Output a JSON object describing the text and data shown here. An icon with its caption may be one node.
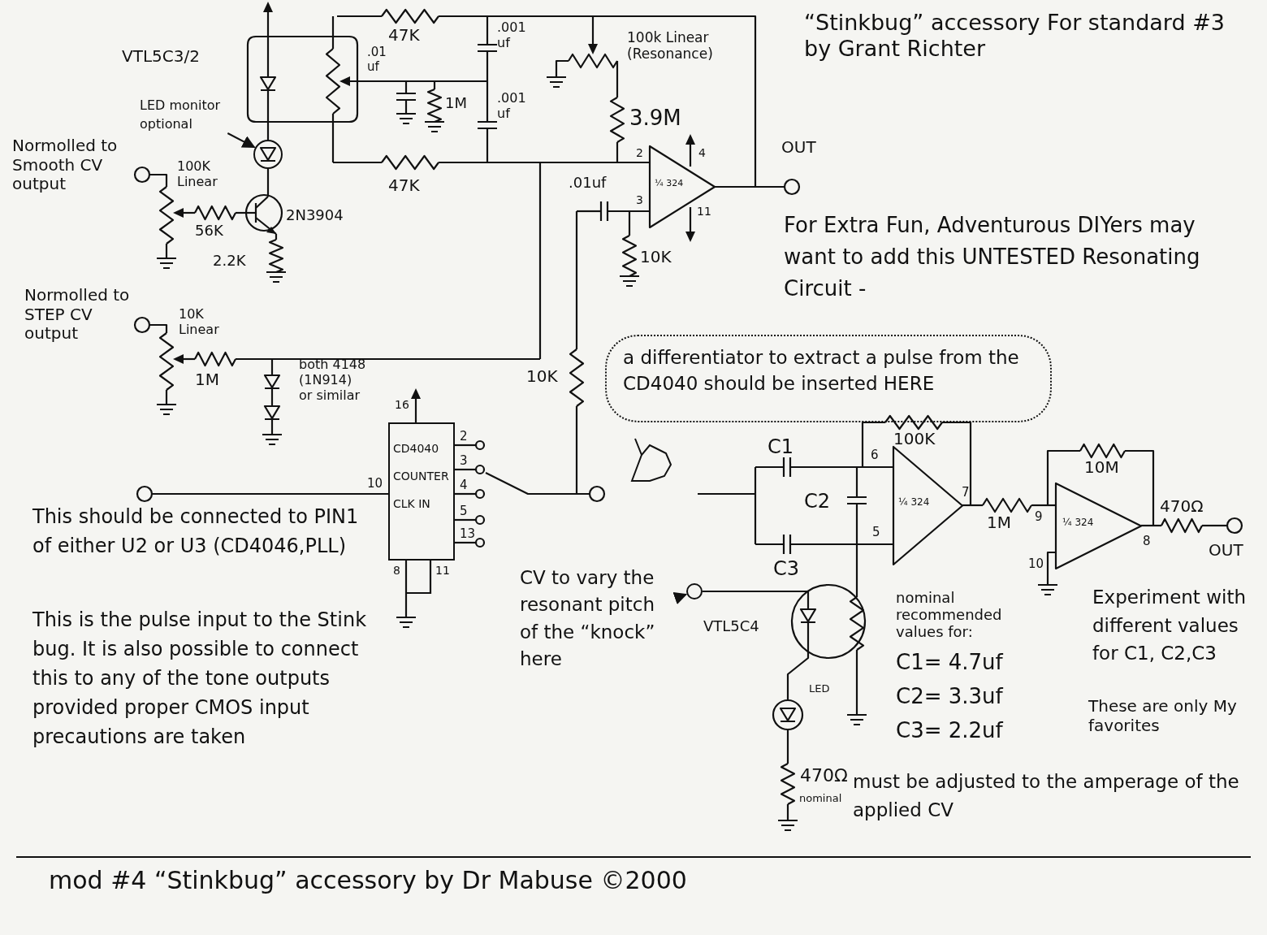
{
  "diagram": {
    "title": "“Stinkbug” accessory For standard #3 by Grant Richter",
    "caption": "mod #4 “Stinkbug” accessory by Dr Mabuse ©2000",
    "nodes": [
      {
        "text": [
          "CD4040",
          "COUNTER",
          "CLK IN"
        ],
        "beside": [
          "16",
          "2",
          "3",
          "4",
          "5",
          "13",
          "10",
          "8",
          "11"
        ]
      },
      {
        "text": [
          "LED monitor optional"
        ]
      },
      {
        "text": [],
        "shape": "circle"
      },
      {
        "text": [
          "CV to vary the resonant pitch of the “knock” here"
        ]
      },
      {
        "text": [],
        "shape": "circle"
      },
      {
        "text": [
          "a differentiator to extract a pulse from the CD4040 should be inserted HERE"
        ]
      }
    ],
    "edges": [
      {
        "from": 1,
        "to": 2,
        "arrow": "to"
      },
      {
        "from": 3,
        "to": 4,
        "arrow": "to"
      }
    ],
    "labels": [
      "VTL5C3/2",
      "47K",
      ".001 uf",
      "100k Linear (Resonance)",
      ".01 uf",
      "1M",
      ".001 uf",
      "3.9M",
      "Normolled to Smooth CV output",
      "100K Linear",
      "47K",
      ".01uf",
      "2",
      "4",
      "¼ 324",
      "3",
      "11",
      "OUT",
      "56K",
      "2N3904",
      "2.2K",
      "10K",
      "For Extra Fun, Adventurous DIYers may want to add this UNTESTED Resonating Circuit -",
      "Normolled to STEP CV output",
      "10K Linear",
      "1M",
      "both 4148 (1N914) or similar",
      "10K",
      "C1",
      "100K",
      "10M",
      "6",
      "C2",
      "¼ 324",
      "7",
      "5",
      "1M",
      "9",
      "¼ 324",
      "470Ω",
      "10",
      "8",
      "OUT",
      "C3",
      "This should be connected to PIN1 of either U2 or U3 (CD4046,PLL)",
      "This is the pulse input to the Stink bug. It is also possible to connect this to any of the tone outputs provided proper CMOS input precautions are taken",
      "VTL5C4",
      "LED",
      "nominal recommended values for:",
      "C1= 4.7uf",
      "C2= 3.3uf",
      "C3= 2.2uf",
      "Experiment with different values for C1, C2,C3",
      "These are only My favorites",
      "470Ω",
      "nominal",
      "must be adjusted to the amperage of the applied CV"
    ]
  }
}
